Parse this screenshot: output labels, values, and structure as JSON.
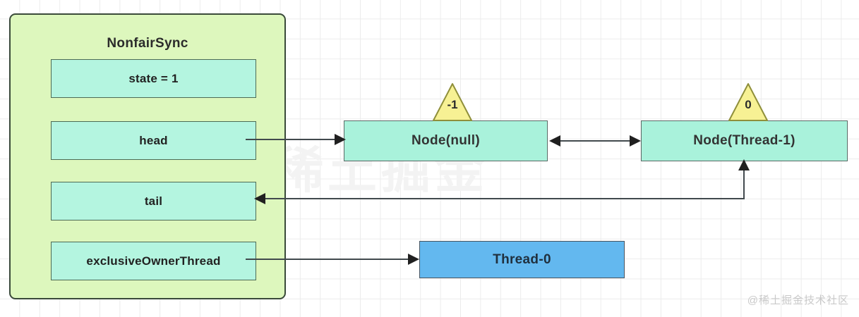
{
  "diagram": {
    "title_text": "NonfairSync",
    "sync_panel": {
      "name": "NonfairSync",
      "fields": [
        {
          "id": "state",
          "label": "state = 1"
        },
        {
          "id": "head",
          "label": "head"
        },
        {
          "id": "tail",
          "label": "tail"
        },
        {
          "id": "exclusiveOwnerThread",
          "label": "exclusiveOwnerThread"
        }
      ]
    },
    "nodes": [
      {
        "id": "node-null",
        "label": "Node(null)",
        "wait_status": "-1"
      },
      {
        "id": "node-thread1",
        "label": "Node(Thread-1)",
        "wait_status": "0"
      }
    ],
    "owner_thread": {
      "label": "Thread-0"
    },
    "watermark": {
      "center": "稀土掘金",
      "corner": "@稀土掘金技术社区"
    },
    "colors": {
      "panel_fill": "#ddf7bd",
      "panel_border": "#3a4a3a",
      "field_fill": "#b4f5e0",
      "field_border": "#4d6b55",
      "node_fill": "#a9f2db",
      "node_border": "#5a6a66",
      "thread_fill": "#63b8ef",
      "thread_border": "#4a5560",
      "triangle_fill": "#f7f194",
      "triangle_border": "#8f8f3a",
      "connector": "#41494d",
      "grid_line": "#ececec"
    }
  }
}
